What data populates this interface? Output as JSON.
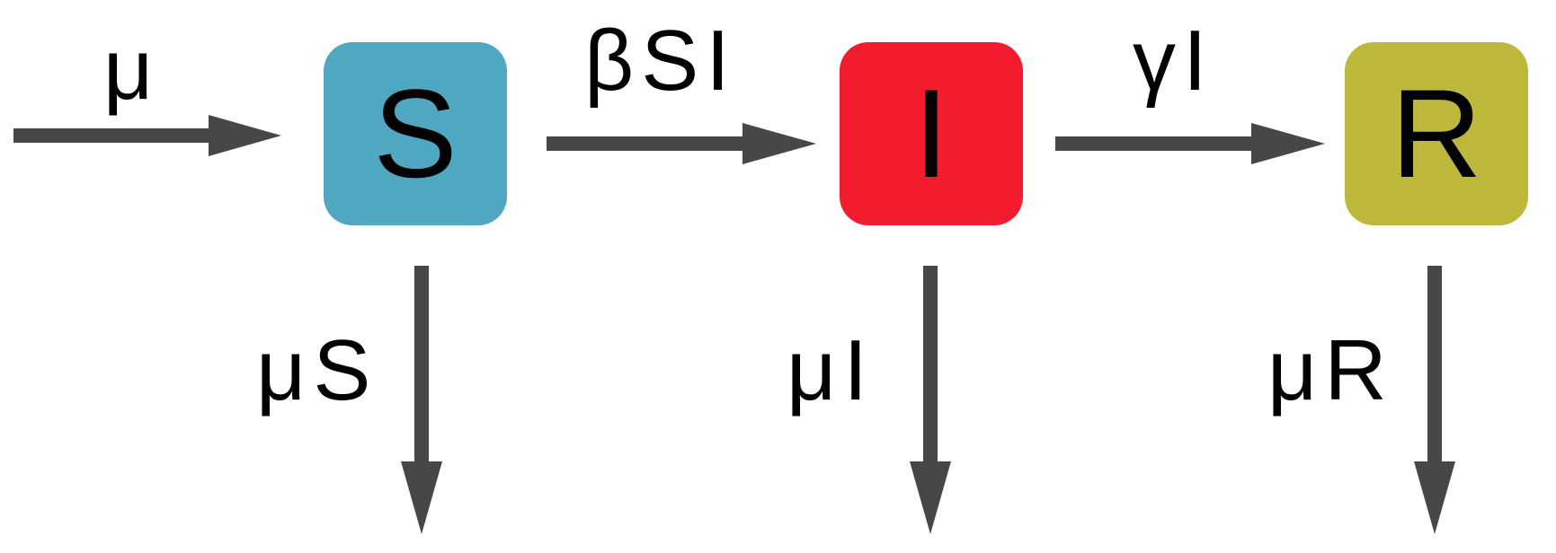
{
  "colors": {
    "arrow": "#474747",
    "node_s": "#4FA7C1",
    "node_i": "#F31C2F",
    "node_r": "#BDB73C"
  },
  "nodes": {
    "s": {
      "label": "S"
    },
    "i": {
      "label": "I"
    },
    "r": {
      "label": "R"
    }
  },
  "flows": {
    "birth": "μ",
    "infection": "βSI",
    "recovery": "γI",
    "death_s": "μS",
    "death_i": "μI",
    "death_r": "μR"
  }
}
